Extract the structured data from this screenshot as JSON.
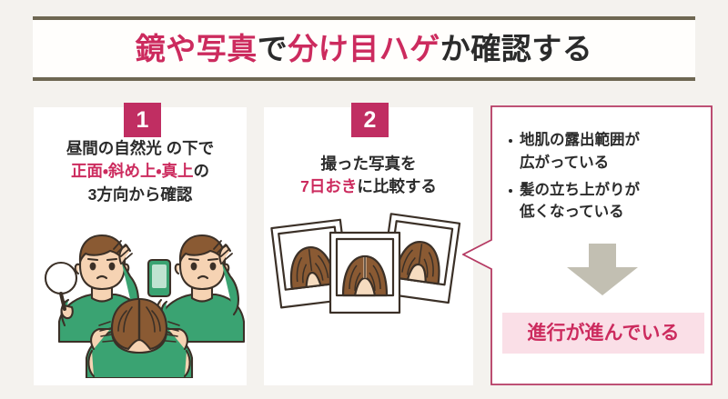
{
  "header": {
    "title_segments": [
      {
        "text": "鏡や写真",
        "color": "#cc2b5e"
      },
      {
        "text": "で",
        "color": "#2b2b2b"
      },
      {
        "text": "分け目ハゲ",
        "color": "#cc2b5e"
      },
      {
        "text": "か確認する",
        "color": "#2b2b2b"
      }
    ],
    "title_plain": "鏡や写真で分け目ハゲか確認する"
  },
  "steps": [
    {
      "number": "1",
      "lines": [
        [
          {
            "text": "昼間の自然光 の下で",
            "color": "#2b2b2b"
          }
        ],
        [
          {
            "text": "正面・斜め上・真上",
            "color": "#cc2b5e"
          },
          {
            "text": "の",
            "color": "#2b2b2b"
          }
        ],
        [
          {
            "text": "3方向から確認",
            "color": "#2b2b2b"
          }
        ]
      ],
      "illustration": "man-checking-scalp-three-angles"
    },
    {
      "number": "2",
      "lines": [
        [
          {
            "text": "撮った写真を",
            "color": "#2b2b2b"
          }
        ],
        [
          {
            "text": "7日おき",
            "color": "#cc2b5e"
          },
          {
            "text": "に比較する",
            "color": "#2b2b2b"
          }
        ]
      ],
      "illustration": "three-scalp-photos"
    }
  ],
  "conclusion": {
    "bullets": [
      "地肌の露出範囲が広がっている",
      "髪の立ち上がりが低くなっている"
    ],
    "bullets_wrapped": [
      [
        "地肌の露出範囲が",
        "広がっている"
      ],
      [
        "髪の立ち上がりが",
        "低くなっている"
      ]
    ],
    "arrow": "down-arrow",
    "result": "進行が進んでいる"
  },
  "colors": {
    "background": "#f4f2ee",
    "accent": "#cc2b5e",
    "badge": "#c02e62",
    "title_rule": "#6e6752",
    "result_bg": "#fadfe7",
    "arrow": "#c2bfb2",
    "shirt": "#3aa372",
    "hair": "#8a5a33",
    "skin": "#f6d3b3"
  }
}
